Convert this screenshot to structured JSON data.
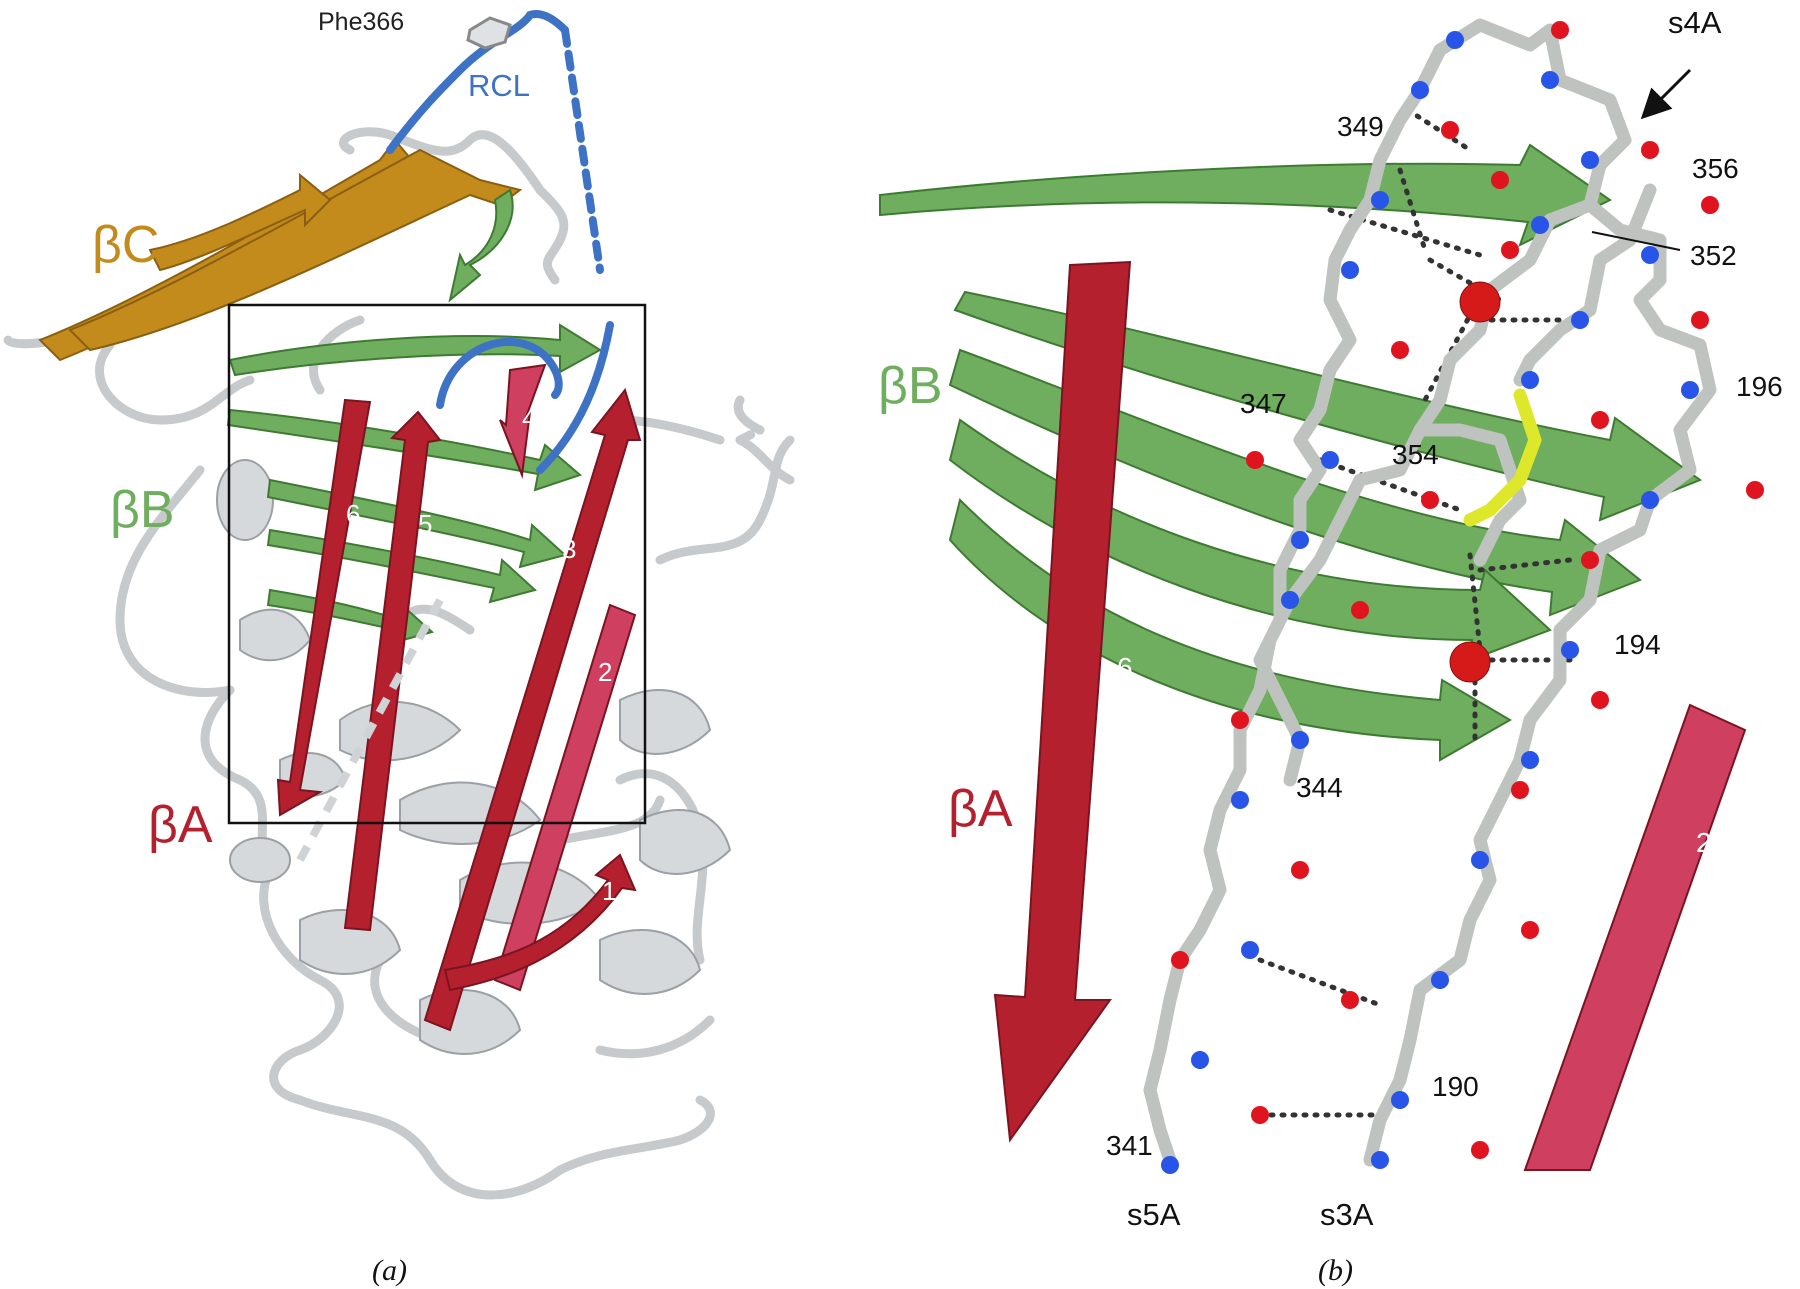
{
  "panel_a": {
    "caption": "(a)",
    "labels": {
      "phe366": "Phe366",
      "rcl": "RCL",
      "beta_c": "βC",
      "beta_b": "βB",
      "beta_a": "βA"
    },
    "strand_numbers": [
      "1",
      "2",
      "3",
      "4",
      "5",
      "6"
    ]
  },
  "panel_b": {
    "caption": "(b)",
    "labels": {
      "beta_b": "βB",
      "beta_a": "βA",
      "s4a": "s4A",
      "s5a": "s5A",
      "s3a": "s3A"
    },
    "strand_numbers": {
      "six": "6",
      "two": "2"
    },
    "residues": {
      "r349": "349",
      "r356": "356",
      "r352": "352",
      "r196": "196",
      "r347": "347",
      "r354": "354",
      "r194": "194",
      "r344": "344",
      "r190": "190",
      "r341": "341"
    }
  },
  "colors": {
    "sheet_a": "#b5202f",
    "sheet_a_light": "#cf3f5f",
    "sheet_b": "#6fad5f",
    "sheet_c": "#c38a1c",
    "loop": "#c8ccd0",
    "rcl": "#3d72c4",
    "oxygen": "#e0141e",
    "nitrogen": "#2855e8",
    "carbon": "#d9dcd9",
    "sulfur": "#dde82a",
    "box": "#111111"
  }
}
